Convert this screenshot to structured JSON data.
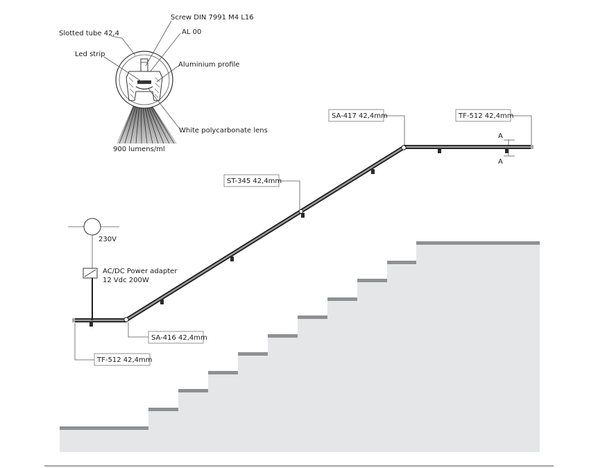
{
  "section_detail": {
    "labels": {
      "slotted_tube": "Slotted tube 42,4",
      "screw": "Screw DIN 7991 M4 L16",
      "al": "AL 00",
      "led_strip": "Led strip",
      "profile": "Aluminium profile",
      "lens": "White polycarbonate lens",
      "lumens": "900 lumens/ml"
    }
  },
  "power": {
    "voltage": "230V",
    "adapter_line1": "AC/DC Power adapter",
    "adapter_line2": "12 Vdc 200W"
  },
  "rail_labels": {
    "sa417": "SA-417 42,4mm",
    "tf512_top": "TF-512 42,4mm",
    "st345": "ST-345 42,4mm",
    "sa416": "SA-416 42,4mm",
    "tf512_bottom": "TF-512 42,4mm"
  },
  "section_marks": {
    "a_top": "A",
    "a_bottom": "A"
  },
  "colors": {
    "stair_fill": "#e5e6e8",
    "stair_tread": "#8f9094",
    "rail": "#1e1e1e",
    "light_beam": "#5a5a5a"
  }
}
